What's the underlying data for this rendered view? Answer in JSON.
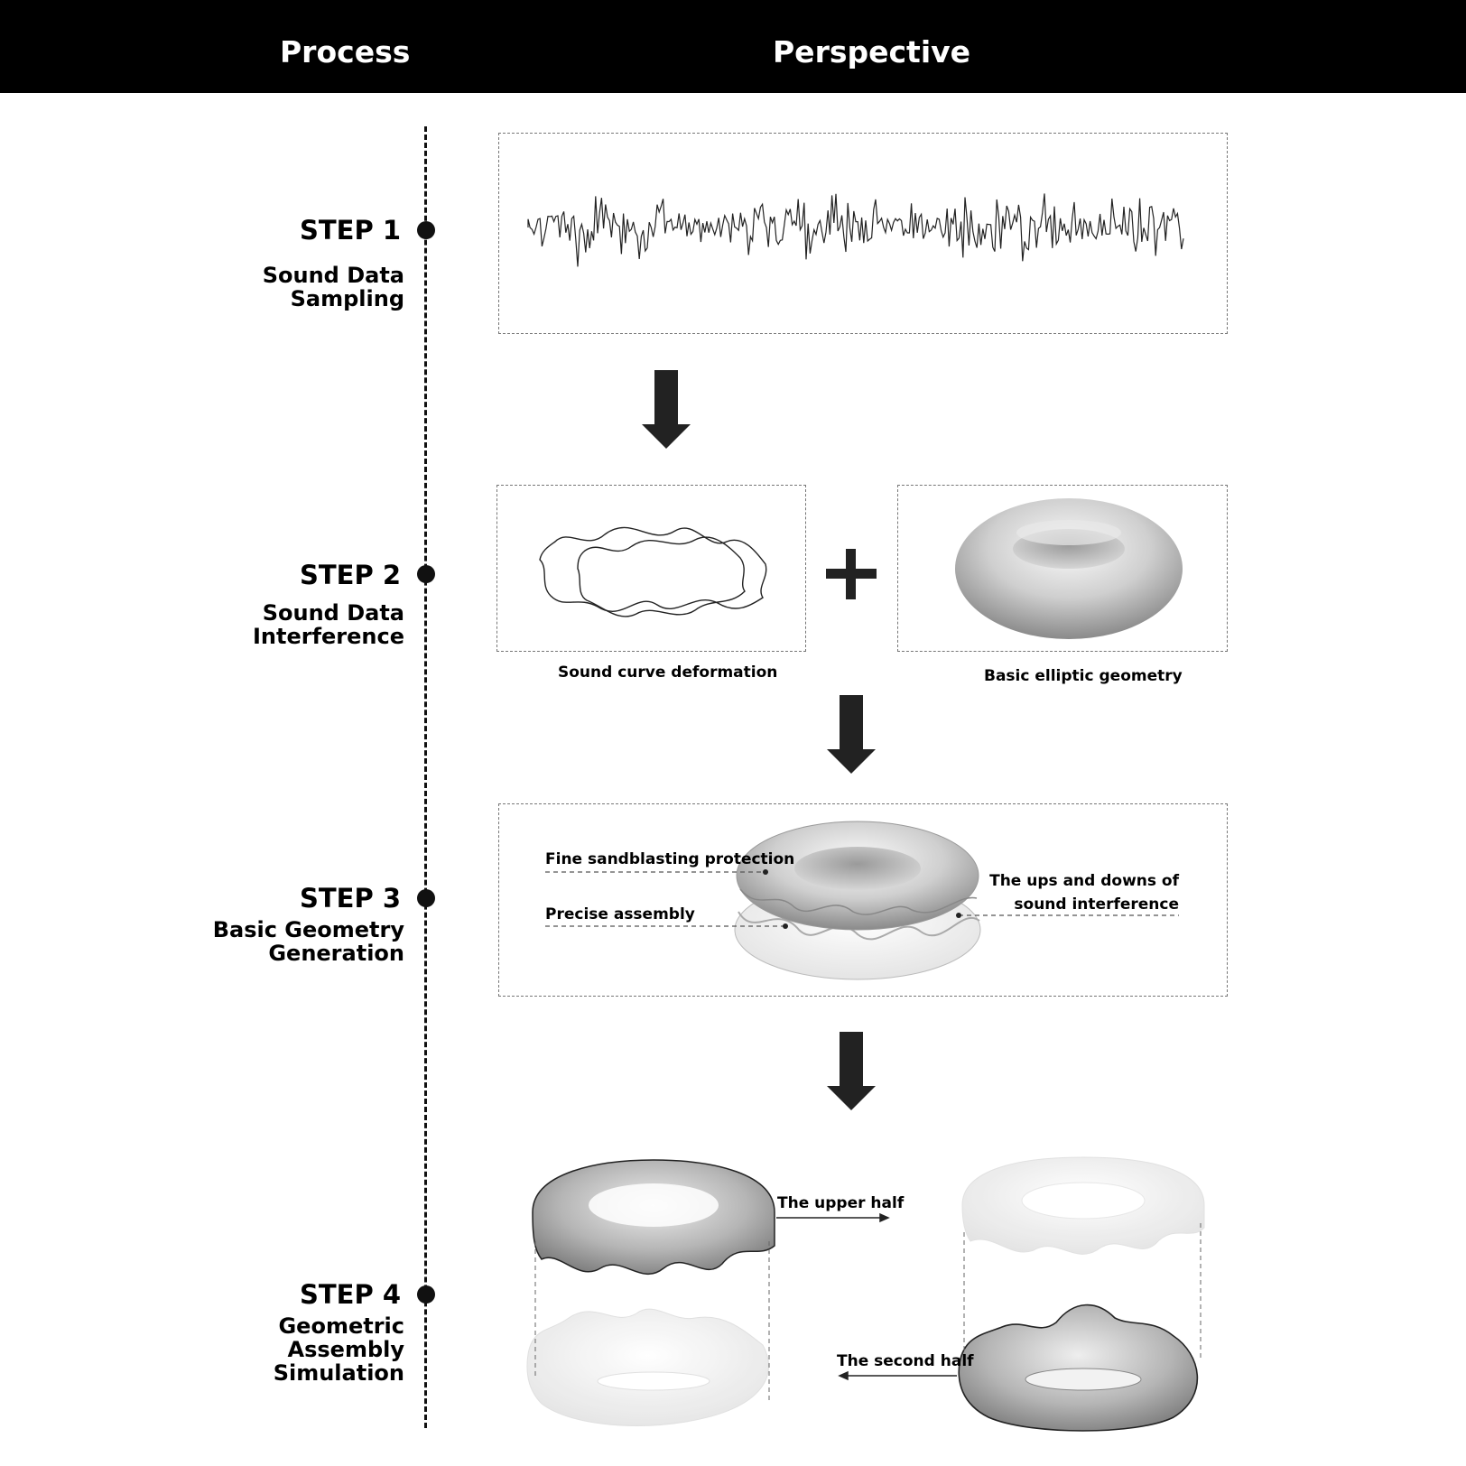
{
  "header": {
    "process_label": "Process",
    "perspective_label": "Perspective"
  },
  "steps": [
    {
      "title": "STEP 1",
      "description": "Sound Data\nSampling"
    },
    {
      "title": "STEP 2",
      "description": "Sound Data\nInterference"
    },
    {
      "title": "STEP 3",
      "description": "Basic Geometry\nGeneration"
    },
    {
      "title": "STEP 4",
      "description": "Geometric\nAssembly\nSimulation"
    }
  ],
  "step2": {
    "left_caption": "Sound curve deformation",
    "right_caption": "Basic elliptic geometry",
    "operator": "+"
  },
  "step3": {
    "annotation_1": "Fine sandblasting protection",
    "annotation_2": "Precise assembly",
    "annotation_3": "The ups and downs of\nsound interference"
  },
  "step4": {
    "upper_label": "The upper half",
    "second_label": "The second half"
  },
  "colors": {
    "header_bg": "#000000",
    "header_text": "#ffffff",
    "ink": "#111111"
  }
}
